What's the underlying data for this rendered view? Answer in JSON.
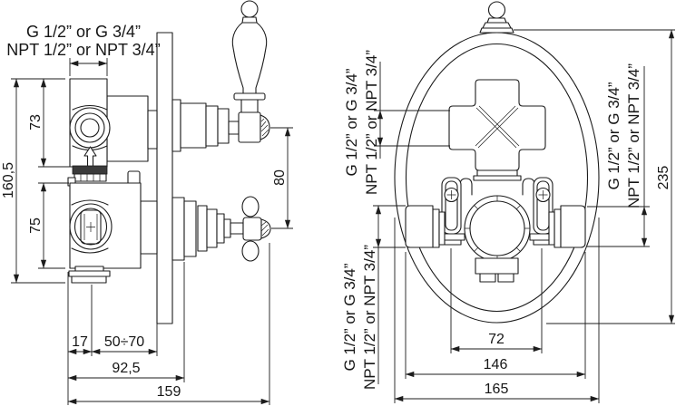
{
  "side_view": {
    "port_label": {
      "line1": "G 1/2” or G 3/4”",
      "line2": "NPT 1/2” or NPT 3/4”"
    },
    "dims": {
      "total_height": "160,5",
      "upper": "73",
      "lower": "75",
      "handle_spacing": "80",
      "edge_to_center": "17",
      "wall_range": "50÷70",
      "depth_mid": "92,5",
      "depth_total": "159"
    }
  },
  "front_view": {
    "labels": {
      "upper_left": {
        "line1": "G 1/2” or G 3/4”",
        "line2": "NPT 1/2” or NPT 3/4”"
      },
      "lower_left": {
        "line1": "G 1/2” or G 3/4”",
        "line2": "NPT 1/2” or NPT 3/4”"
      },
      "right": {
        "line1": "G 1/2” or G 3/4”",
        "line2": "NPT 1/2” or NPT 3/4”"
      }
    },
    "dims": {
      "total_height": "235",
      "centers": "72",
      "ports_width": "146",
      "plate_width": "165"
    }
  },
  "colors": {
    "line": "#1c1c1c",
    "background": "#ffffff"
  }
}
